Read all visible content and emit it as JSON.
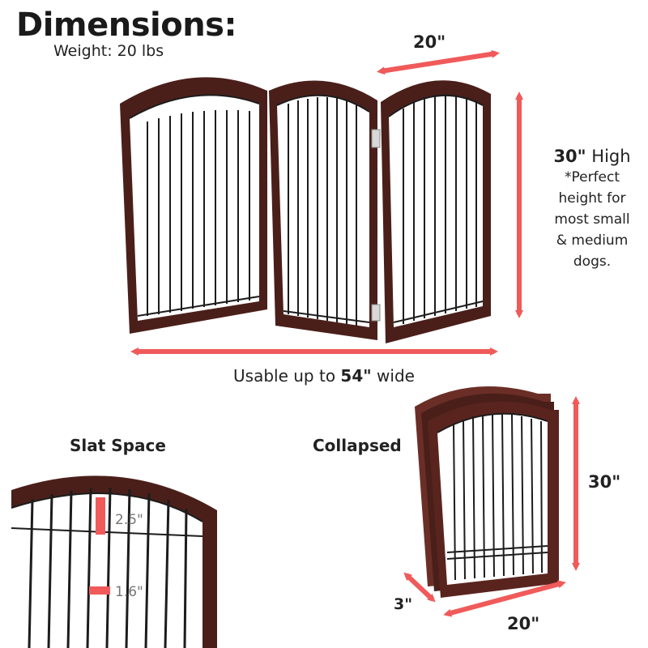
{
  "header": {
    "title": "Dimensions:",
    "weight": "Weight: 20 lbs"
  },
  "main_view": {
    "width_label": "20\"",
    "height_value": "30\"",
    "height_word": " High",
    "height_note_lines": [
      "*Perfect",
      "height for",
      "most small",
      "& medium",
      "dogs."
    ],
    "usable_prefix": "Usable up to ",
    "usable_value": "54\"",
    "usable_suffix": " wide"
  },
  "slat_section": {
    "title": "Slat Space",
    "top_gap": "2.5\"",
    "slat_gap": "1.6\""
  },
  "collapsed_section": {
    "title": "Collapsed",
    "height": "30\"",
    "depth": "3\"",
    "width": "20\""
  },
  "colors": {
    "arrow": "#f05a5a",
    "wood": "#4a1f1a",
    "wood_light": "#6b2e27",
    "bars": "#1c1c1c"
  }
}
